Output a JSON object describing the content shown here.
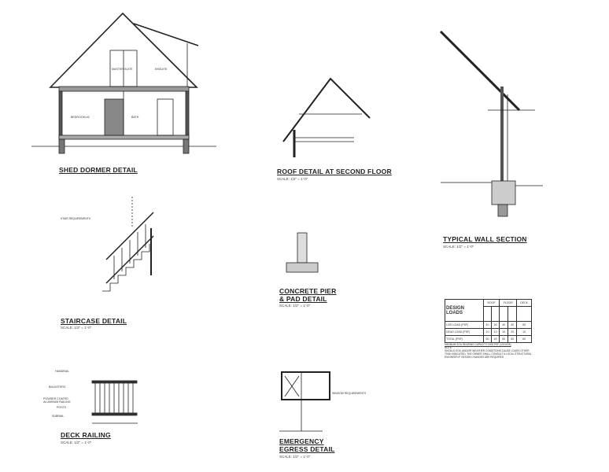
{
  "details": {
    "shed_dormer": {
      "title": "SHED DORMER DETAIL",
      "rooms": [
        "MASTER SUITE",
        "ENSUITE",
        "BEDROOM #2",
        "BATH"
      ]
    },
    "roof_detail": {
      "title": "ROOF DETAIL AT SECOND FLOOR",
      "scale": "SCALE: 1/2\" = 1'-0\""
    },
    "typical_wall": {
      "title": "TYPICAL WALL SECTION",
      "scale": "SCALE: 1/2\" = 1'-0\""
    },
    "staircase": {
      "title": "STAIRCASE DETAIL",
      "scale": "SCALE: 1/2\" = 1'-0\"",
      "notes_heading": "STAIR REQUIREMENTS"
    },
    "concrete_pier": {
      "title_line1": "CONCRETE PIER",
      "title_line2": "& PAD DETAIL",
      "scale": "SCALE: 1/2\" = 1'-0\""
    },
    "deck_railing": {
      "title": "DECK RAILING",
      "scale": "SCALE: 1/2\" = 1'-0\"",
      "labels": [
        "HANDRAIL",
        "BALUSTERS",
        "POWDER COATED ALUMINUM RAILING",
        "POSTS",
        "SUBRAIL"
      ]
    },
    "egress": {
      "title_line1": "EMERGENCY",
      "title_line2": "EGRESS DETAIL",
      "scale": "SCALE: 1/2\" = 1'-0\"",
      "notes_heading": "WINDOW REQUIREMENTS"
    }
  },
  "design_loads": {
    "title_line1": "DESIGN",
    "title_line2": "LOADS",
    "column_groups": [
      "ROOF",
      "FLOOR",
      "DECK"
    ],
    "rows": [
      {
        "label": "LIVE LOAD (PSF)",
        "values": [
          "40",
          "30",
          "40",
          "40",
          "50"
        ]
      },
      {
        "label": "DEAD LOAD (PSF)",
        "values": [
          "10",
          "10",
          "10",
          "20",
          "10"
        ]
      },
      {
        "label": "TOTAL (PSF)",
        "values": [
          "50",
          "40",
          "50",
          "60",
          "60"
        ]
      }
    ],
    "soil_note": "MINIMUM SOIL BEARING CAPACITY 2000 PSF (100 KPA)",
    "note_heading": "NOTE:",
    "note": "SHOULD SOIL AND/OR WEATHER CONDITIONS CAUSE LOADS OTHER THAN INDICATED, THE OWNER SHALL CONSULT A LOCAL STRUCTURAL ENGINEER IF DESIGN CHANGES ARE REQUIRED."
  }
}
